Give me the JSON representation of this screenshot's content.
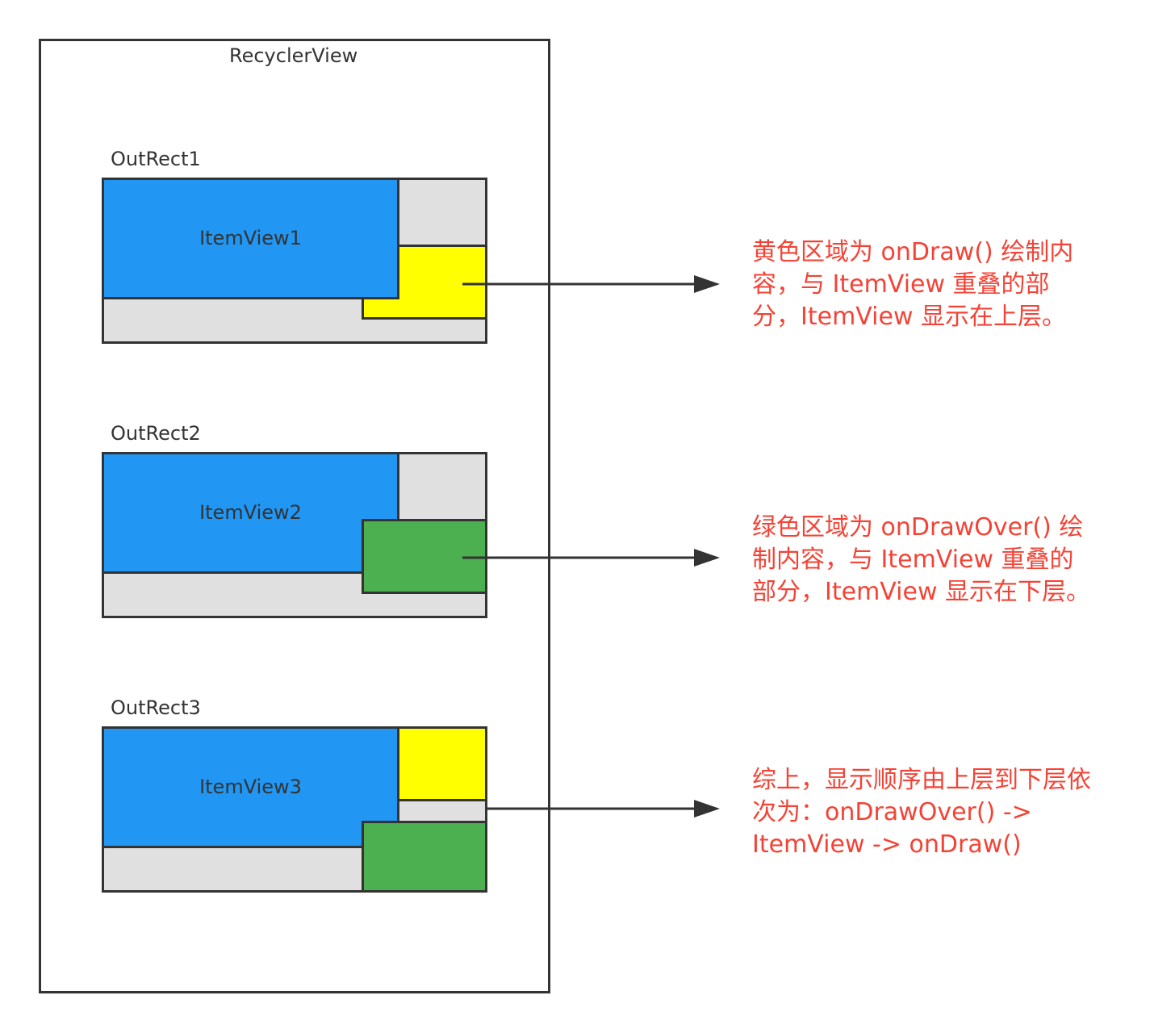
{
  "recycler": {
    "label": "RecyclerView"
  },
  "colors": {
    "border": "#333333",
    "gray": "#e0e0e0",
    "blue": "#2196f3",
    "yellow": "#ffff00",
    "green": "#4caf50",
    "red_text": "#f44336"
  },
  "rows": [
    {
      "outrect_label": "OutRect1",
      "itemview_label": "ItemView1"
    },
    {
      "outrect_label": "OutRect2",
      "itemview_label": "ItemView2"
    },
    {
      "outrect_label": "OutRect3",
      "itemview_label": "ItemView3"
    }
  ],
  "descriptions": [
    {
      "lines": [
        "黄色区域为 onDraw() 绘制内",
        "容，与 ItemView 重叠的部",
        "分，ItemView 显示在上层。"
      ]
    },
    {
      "lines": [
        "绿色区域为 onDrawOver() 绘",
        "制内容，与 ItemView 重叠的",
        "部分，ItemView 显示在下层。"
      ]
    },
    {
      "lines": [
        "综上，显示顺序由上层到下层依",
        "次为：onDrawOver() ->",
        "ItemView -> onDraw()"
      ]
    }
  ]
}
